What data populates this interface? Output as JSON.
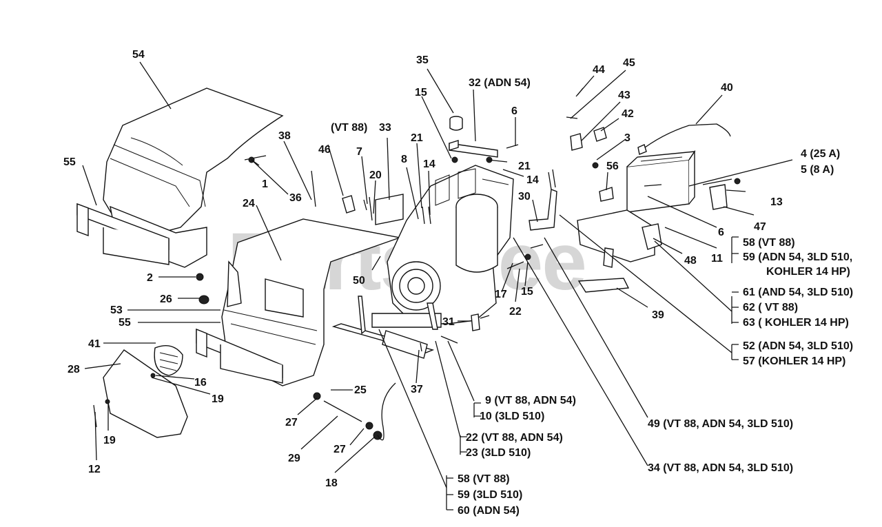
{
  "watermark": "PartsTree",
  "labels": {
    "l1": "1",
    "l2": "2",
    "l3": "3",
    "l4": "4 (25 A)",
    "l5": "5 (8 A)",
    "l6a": "6",
    "l6b": "6",
    "l7": "7",
    "l8": "8",
    "l9": "9 (VT 88, ADN 54)",
    "l10": "10 (3LD 510)",
    "l11": "11",
    "l12": "12",
    "l13": "13",
    "l14a": "14",
    "l14b": "14",
    "l15a": "15",
    "l15b": "15",
    "l16": "16",
    "l17": "17",
    "l18": "18",
    "l19a": "19",
    "l19b": "19",
    "l20": "20",
    "l21a": "21",
    "l21b": "21",
    "l22a": "22",
    "l22b": "22 (VT 88, ADN 54)",
    "l23": "23 (3LD 510)",
    "l24": "24",
    "l25": "25",
    "l26": "26",
    "l27a": "27",
    "l27b": "27",
    "l28": "28",
    "l29": "29",
    "l30": "30",
    "l31": "31",
    "l32": "32 (ADN 54)",
    "l33": "33",
    "l33pre": "(VT 88)",
    "l34": "34 (VT 88, ADN 54, 3LD 510)",
    "l35": "35",
    "l36": "36",
    "l37": "37",
    "l38": "38",
    "l39": "39",
    "l40": "40",
    "l41": "41",
    "l42": "42",
    "l43": "43",
    "l44": "44",
    "l45": "45",
    "l46": "46",
    "l47": "47",
    "l48": "48",
    "l49": "49 (VT 88, ADN 54, 3LD 510)",
    "l50": "50",
    "l52": "52 (ADN 54, 3LD 510)",
    "l53": "53",
    "l54": "54",
    "l55a": "55",
    "l55b": "55",
    "l56": "56",
    "l57": "57 (KOHLER 14 HP)",
    "l58a": "58 (VT 88)",
    "l59a": "59 (ADN 54, 3LD 510,",
    "l59a2": "KOHLER 14 HP)",
    "l58b": "58 (VT 88)",
    "l59b": "59 (3LD 510)",
    "l60": "60 (ADN 54)",
    "l61": "61 (AND 54, 3LD 510)",
    "l62": "62 ( VT 88)",
    "l63": "63 ( KOHLER 14 HP)"
  }
}
